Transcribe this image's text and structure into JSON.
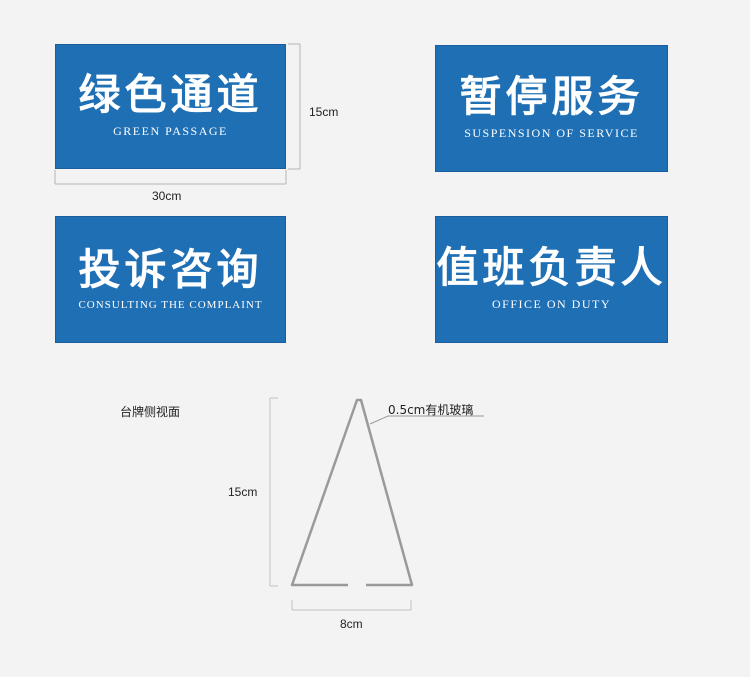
{
  "signs": [
    {
      "cn": "绿色通道",
      "en": "GREEN PASSAGE"
    },
    {
      "cn": "暂停服务",
      "en": "SUSPENSION OF SERVICE"
    },
    {
      "cn": "投诉咨询",
      "en": "CONSULTING THE COMPLAINT"
    },
    {
      "cn": "值班负责人",
      "en": "OFFICE ON DUTY"
    }
  ],
  "dimensions": {
    "sign_height": "15cm",
    "sign_width": "30cm",
    "stand_height": "15cm",
    "stand_base": "8cm"
  },
  "side_view": {
    "title": "台牌侧视面",
    "material": "0.5cm有机玻璃"
  },
  "colors": {
    "sign_blue": "#1f6fb4",
    "line_gray": "#9a9a9a"
  }
}
